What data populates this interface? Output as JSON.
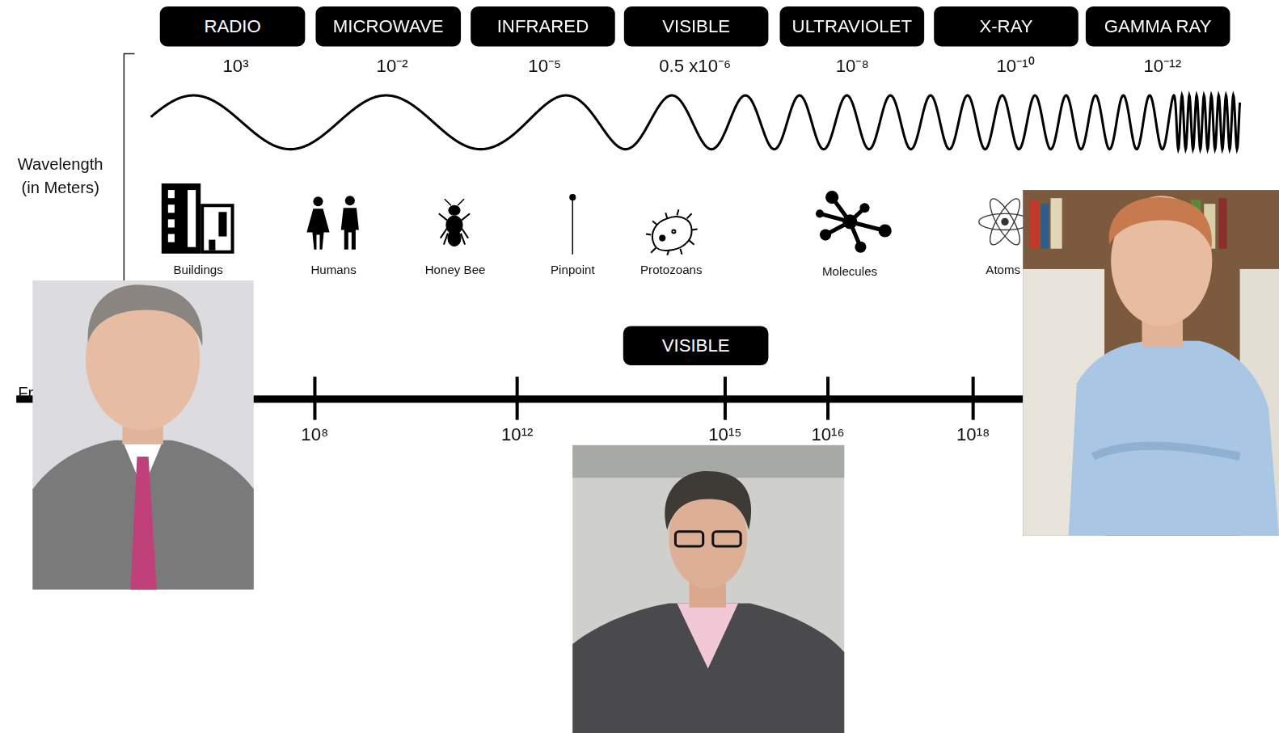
{
  "diagram": {
    "nodes": [
      {
        "text": [
          "RADIO"
        ]
      },
      {
        "text": [
          "MICROWAVE"
        ]
      },
      {
        "text": [
          "INFRARED"
        ]
      },
      {
        "text": [
          "VISIBLE"
        ]
      },
      {
        "text": [
          "ULTRAVIOLET"
        ]
      },
      {
        "text": [
          "X-RAY"
        ]
      },
      {
        "text": [
          "GAMMA RAY"
        ]
      },
      {
        "text": [
          "VISIBLE"
        ]
      }
    ],
    "edges": [],
    "labels": [
      "10³",
      "10⁻²",
      "10⁻⁵",
      "0.5 x10⁻⁶",
      "10⁻⁸",
      "10⁻¹⁰",
      "10⁻¹²",
      "Wavelength (in Meters)",
      "Buildings",
      "Humans",
      "Honey Bee",
      "Pinpoint",
      "Protozoans",
      "Molecules",
      "Atoms",
      "Fr",
      "10⁸",
      "10¹²",
      "10¹⁵",
      "10¹⁶",
      "10¹⁸"
    ]
  }
}
